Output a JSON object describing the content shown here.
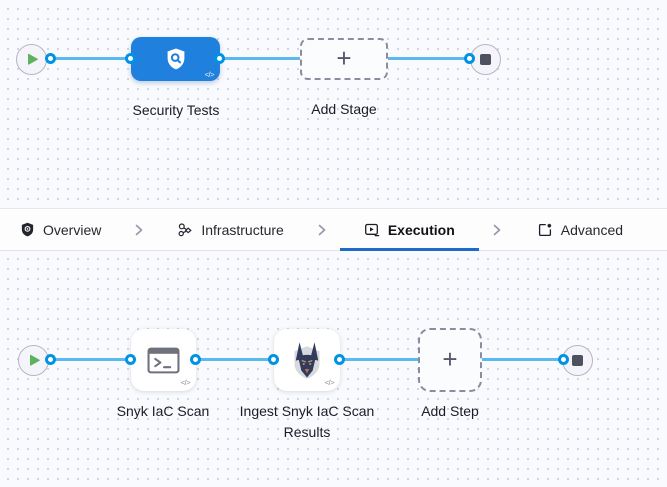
{
  "colors": {
    "stage_blue": "#2080dd",
    "connector_line": "#5cb9f0",
    "connector_dot": "#0092e4",
    "active_tab_underline": "#1c6bc8",
    "play_green": "#5bb25f",
    "stop_gray": "#4e5260",
    "snyk_navy": "#333b5c",
    "snyk_tan": "#c4975f"
  },
  "icons": {
    "start": "play-icon",
    "end": "stop-icon",
    "code": "</>",
    "plus": "+",
    "separator": "chevron-right"
  },
  "stage_pipeline": {
    "stage": {
      "label": "Security Tests",
      "icon": "security-shield-search-icon"
    },
    "add_stage": {
      "label": "Add Stage"
    }
  },
  "tab_bar": {
    "tabs": [
      {
        "label": "Overview",
        "icon": "shield-gear-icon",
        "active": false
      },
      {
        "label": "Infrastructure",
        "icon": "cluster-icon",
        "active": false
      },
      {
        "label": "Execution",
        "icon": "play-box-icon",
        "active": true
      },
      {
        "label": "Advanced",
        "icon": "file-gear-icon",
        "active": false
      }
    ]
  },
  "step_pipeline": {
    "steps": [
      {
        "label": "Snyk IaC Scan",
        "icon": "terminal-icon"
      },
      {
        "label": "Ingest Snyk IaC Scan Results",
        "icon": "snyk-dog-icon"
      }
    ],
    "add_step": {
      "label": "Add Step"
    }
  }
}
